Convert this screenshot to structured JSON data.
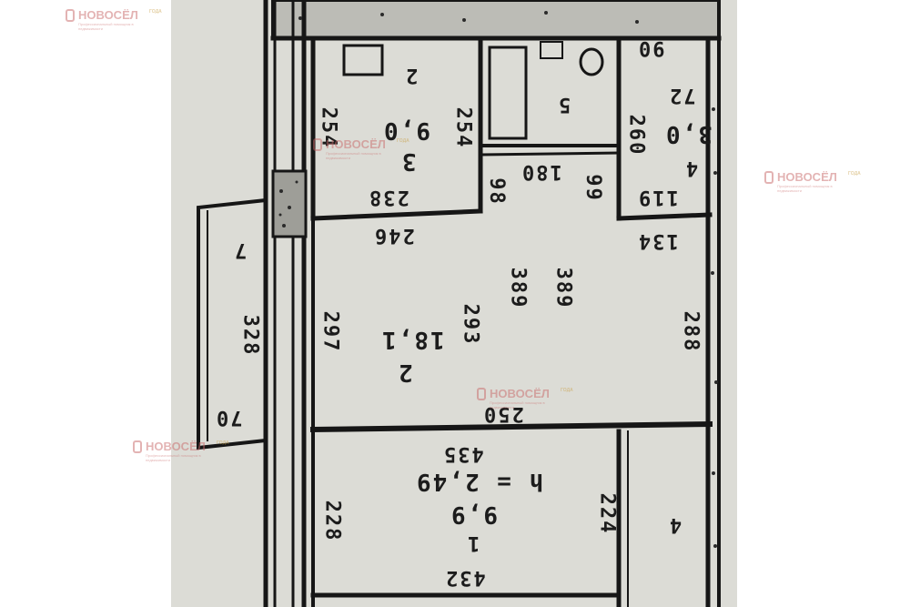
{
  "watermark": {
    "brand": "НОВОСЁЛ",
    "tagline": "Профессиональный помощник в недвижимости",
    "badge": "ГОДА"
  },
  "plan": {
    "rooms": [
      {
        "number": "3",
        "area": "9,0"
      },
      {
        "number": "2",
        "area": "18,1"
      },
      {
        "number": "1",
        "area": "9,9"
      },
      {
        "number": "4",
        "area": "3,0"
      },
      {
        "number": "5",
        "area": ""
      },
      {
        "number": "7",
        "area": ""
      }
    ],
    "labels": {
      "h": "h = 2,49",
      "d1": "254",
      "d2": "254",
      "d3": "238",
      "d4": "246",
      "d5": "98",
      "d6": "180",
      "d7": "99",
      "d8": "119",
      "d9": "134",
      "d10": "260",
      "d11": "389",
      "d12": "389",
      "d13": "293",
      "d14": "297",
      "d15": "328",
      "d16": "288",
      "d17": "250",
      "d18": "435",
      "d19": "228",
      "d20": "224",
      "d21": "432",
      "d22": "70",
      "d23": "90",
      "d24": "72",
      "d25": "2",
      "d26": "3",
      "d27": "4"
    }
  }
}
